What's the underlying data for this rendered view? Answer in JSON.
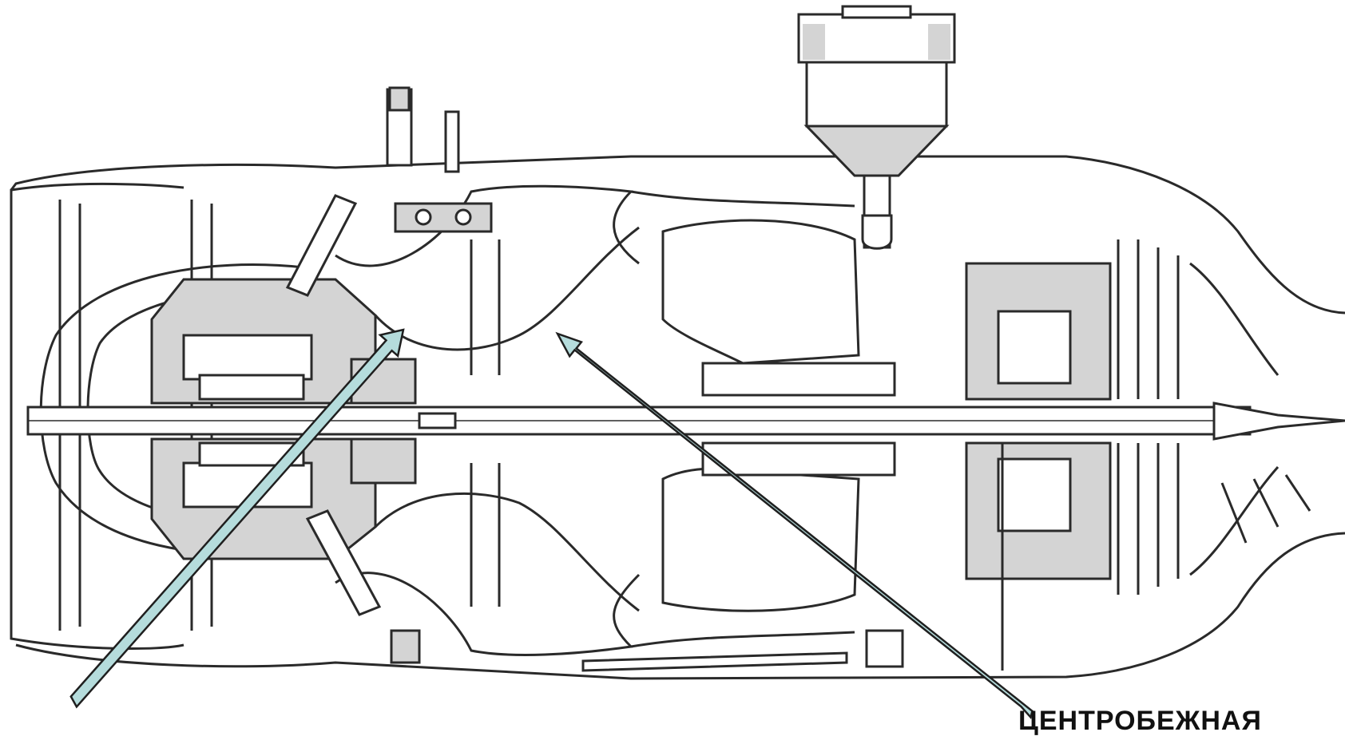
{
  "diagram": {
    "subject": "engine-cross-section",
    "colors": {
      "ink": "#2a2a2a",
      "shade": "#d4d4d4",
      "paper": "#ffffff",
      "arrow_fill": "#b5dcdc",
      "arrow_stroke": "#1f1f1f"
    },
    "arrows": [
      {
        "name": "left-callout-arrow"
      },
      {
        "name": "right-callout-arrow"
      }
    ],
    "labels": {
      "bottom_right": "ЦЕНТРОБЕЖНАЯ"
    }
  }
}
